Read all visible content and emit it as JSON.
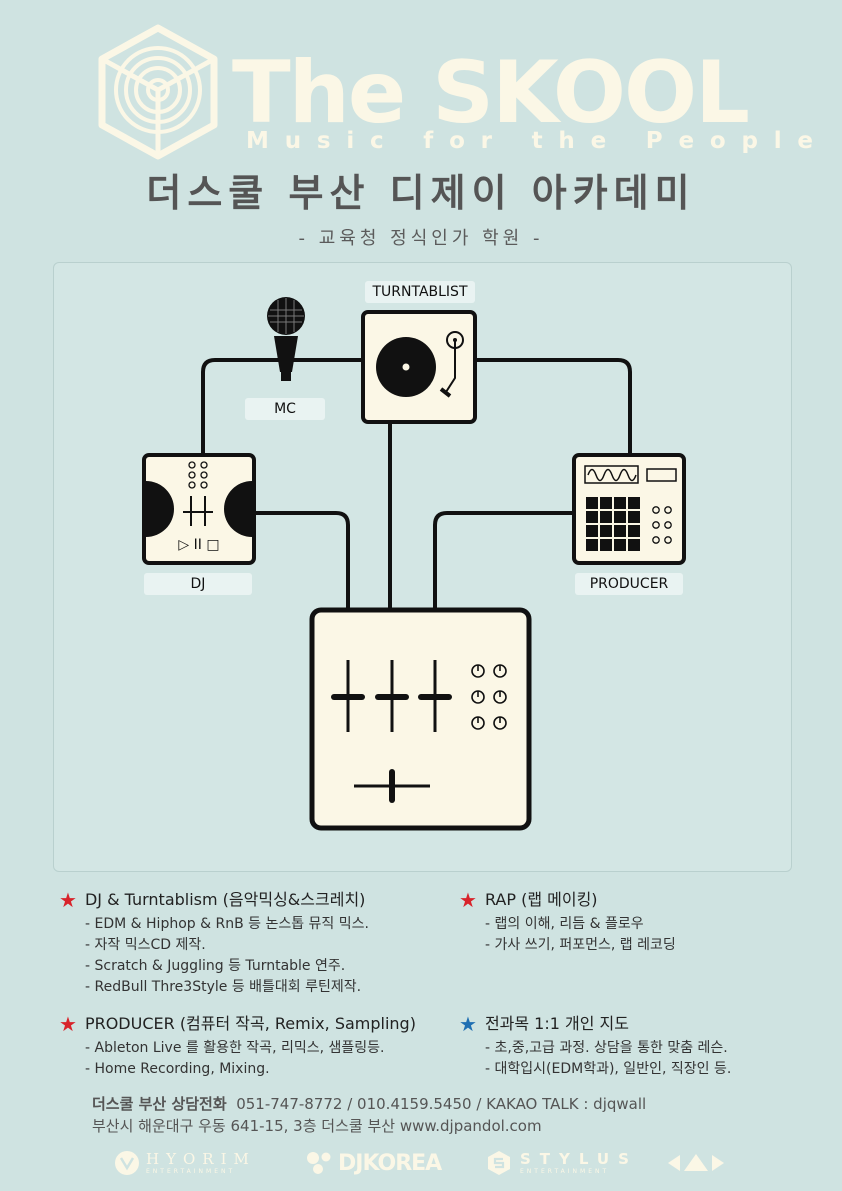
{
  "header": {
    "brand": "The SKOOL",
    "tagline": "Music for the People",
    "title": "더스쿨 부산 디제이 아카데미",
    "subtitle": "- 교육청 정식인가 학원 -"
  },
  "diagram": {
    "labels": {
      "turntablist": "TURNTABLIST",
      "mc": "MC",
      "dj": "DJ",
      "producer": "PRODUCER"
    },
    "dj_transport": "▷ II □"
  },
  "courses": {
    "dj": {
      "title": "DJ & Turntablism (음악믹싱&스크레치)",
      "items": [
        "- EDM & Hiphop & RnB 등 논스톱 뮤직 믹스.",
        "- 자작 믹스CD 제작.",
        "- Scratch & Juggling 등 Turntable 연주.",
        "- RedBull Thre3Style 등 배틀대회 루틴제작."
      ]
    },
    "rap": {
      "title": "RAP (랩 메이킹)",
      "items": [
        "- 랩의 이해, 리듬 & 플로우",
        "- 가사 쓰기, 퍼포먼스, 랩 레코딩"
      ]
    },
    "producer": {
      "title": "PRODUCER (컴퓨터 작곡, Remix, Sampling)",
      "items": [
        "- Ableton Live 를 활용한 작곡, 리믹스, 샘플링등.",
        "- Home Recording, Mixing."
      ]
    },
    "private": {
      "title": "전과목 1:1 개인 지도",
      "items": [
        "- 초,중,고급 과정. 상담을 통한 맞춤 레슨.",
        "- 대학입시(EDM학과), 일반인, 직장인 등."
      ]
    }
  },
  "contact": {
    "label": "더스쿨 부산 상담전화",
    "phones": "051-747-8772  /  010.4159.5450  /  KAKAO TALK : djqwall",
    "address": "부산시 해운대구 우동 641-15, 3층 더스쿨 부산  www.djpandol.com"
  },
  "sponsors": {
    "hyorim": "HYORIM",
    "hyorim_sub": "ENTERTAINMENT",
    "djkorea": "DJKOREA",
    "stylus": "STYLUS",
    "stylus_sub": "ENTERTAINMENT"
  },
  "colors": {
    "background": "#cfe3e1",
    "cream": "#fbf7e6",
    "star_red": "#d8232a",
    "star_blue": "#1f6fb2"
  }
}
